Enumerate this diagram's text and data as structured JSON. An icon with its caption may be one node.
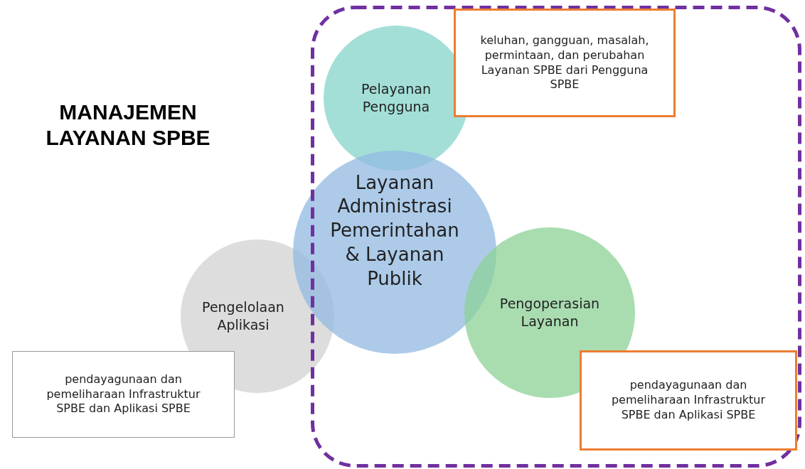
{
  "diagram": {
    "title": "MANAJEMEN LAYANAN SPBE",
    "nodes": [
      {
        "text": [],
        "shape": "box"
      },
      {
        "text": [
          "Pelayanan Pengguna"
        ],
        "in": 0
      },
      {
        "text": [
          "keluhan, gangguan, masalah, permintaan, dan perubahan Layanan SPBE dari Pengguna SPBE"
        ],
        "in": 0
      },
      {
        "text": [
          "Layanan Administrasi Pemerintahan & Layanan Publik"
        ]
      },
      {
        "text": [
          "Pengelolaan Aplikasi"
        ]
      },
      {
        "text": [
          "Pengoperasian Layanan"
        ],
        "in": 0
      },
      {
        "text": [
          "pendayagunaan dan pemeliharaan Infrastruktur SPBE dan Aplikasi SPBE"
        ]
      },
      {
        "text": [
          "pendayagunaan dan pemeliharaan Infrastruktur SPBE dan Aplikasi SPBE"
        ],
        "in": 0
      }
    ],
    "edges": []
  }
}
